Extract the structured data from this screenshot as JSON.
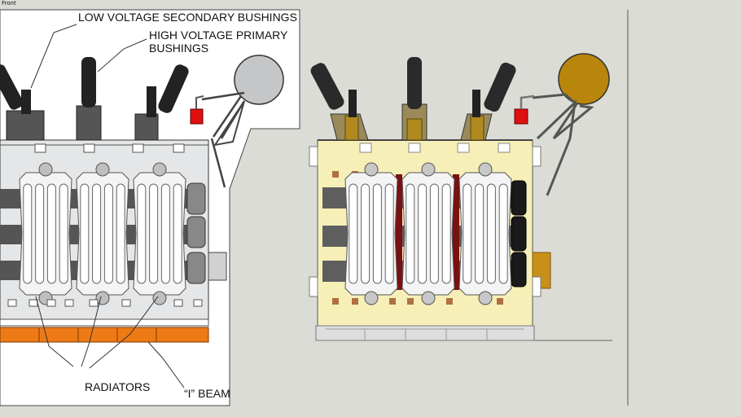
{
  "viewport": {
    "view_name": "Front"
  },
  "reference_drawing": {
    "labels": {
      "low_voltage": "LOW VOLTAGE SECONDARY BUSHINGS",
      "high_voltage_line1": "HIGH VOLTAGE PRIMARY",
      "high_voltage_line2": "BUSHINGS",
      "radiators": "RADIATORS",
      "i_beam": "“I” BEAM"
    }
  },
  "colors": {
    "background": "#dcdcd6",
    "sheet": "#ffffff",
    "tank_reference": "#e4e6e8",
    "tank_model": "#f6f0b8",
    "radiator_fill": "#f4f4f4",
    "bushing_dark": "#2a2a2a",
    "bushing_base": "#b08a1e",
    "conservator_model": "#b8860b",
    "conservator_reference": "#c4c6c8",
    "relay_red": "#e01010",
    "i_beam_orange": "#ee7a16",
    "accent_red_strip": "#7a1010",
    "fan_black": "#1a1a1a"
  }
}
